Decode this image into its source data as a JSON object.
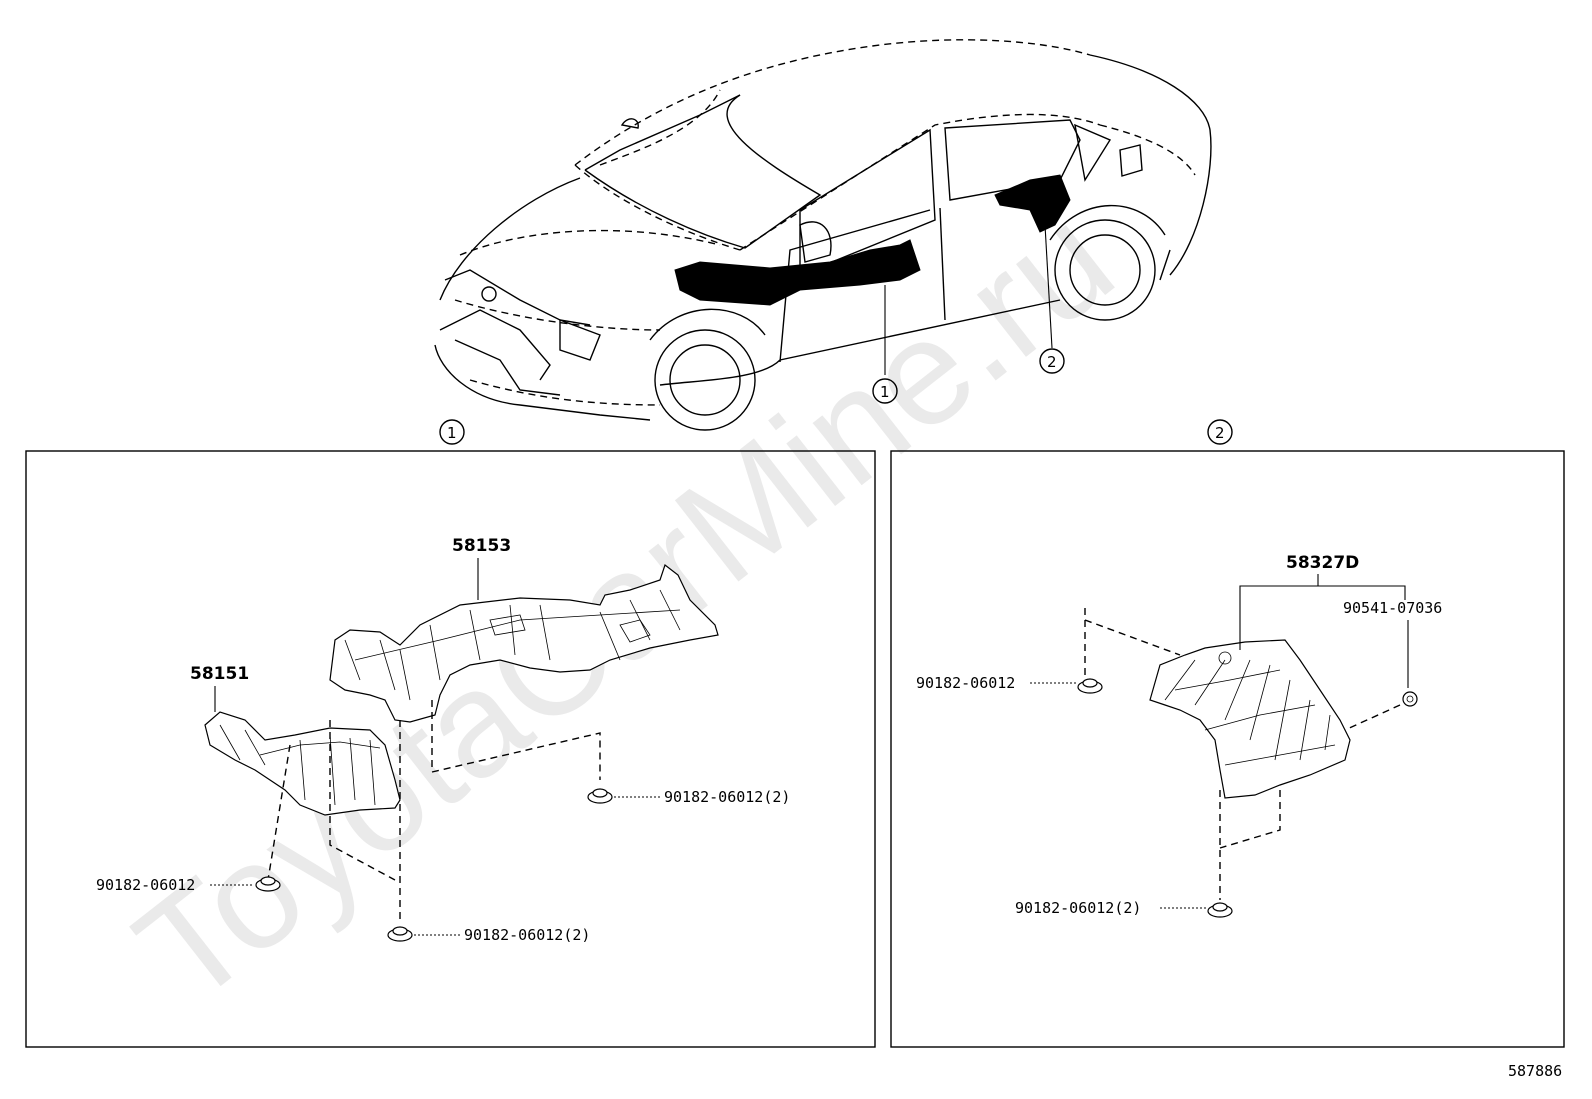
{
  "watermark": "ToyotaCarMine.ru",
  "diagram_id": "587886",
  "car": {
    "callout_1": "1",
    "callout_2": "2"
  },
  "panel_1": {
    "index": "1",
    "part_58153": "58153",
    "part_58151": "58151",
    "clip_a": "90182-06012(2)",
    "clip_b": "90182-06012",
    "clip_c": "90182-06012(2)"
  },
  "panel_2": {
    "index": "2",
    "part_58327D": "58327D",
    "nut": "90541-07036",
    "clip_a": "90182-06012",
    "clip_b": "90182-06012(2)"
  }
}
